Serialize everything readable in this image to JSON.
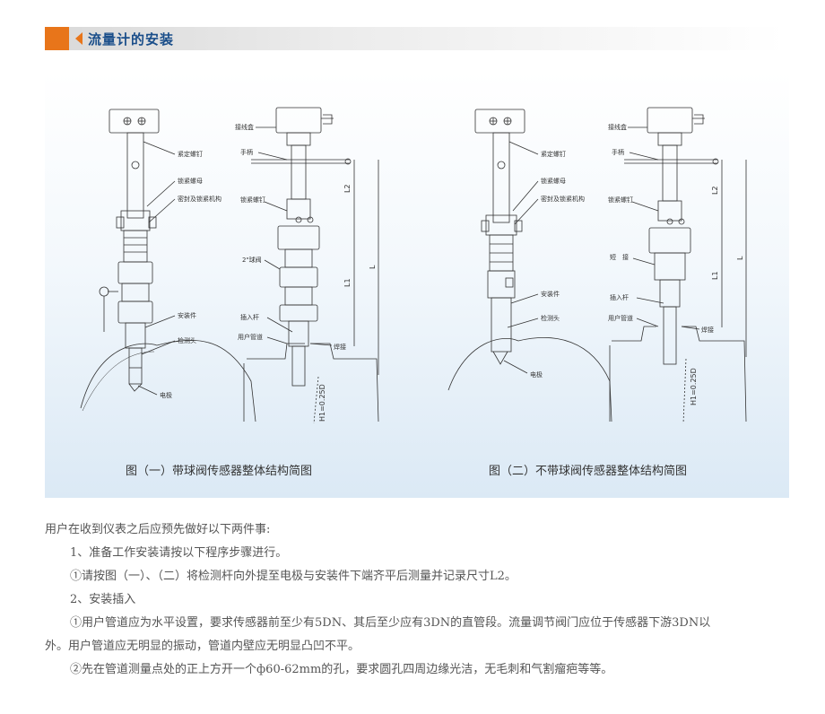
{
  "header": {
    "title": "流量计的安装"
  },
  "figures": {
    "fig1": {
      "caption": "图（一）带球阀传感器整体结构简图",
      "left_labels": {
        "tighten_screw": "紧定螺钉",
        "lock_nut": "锁紧螺母",
        "seal": "密封及锁紧机构",
        "mount": "安装件",
        "probe": "检测头",
        "electrode": "电极"
      },
      "right_labels": {
        "junction_box": "接线盒",
        "handle": "手柄",
        "lock_screw": "锁紧螺钉",
        "ball_valve": "2\"球阀",
        "insert_rod": "插入杆",
        "user_pipe": "用户管道",
        "weld": "焊接",
        "dim_l2": "L2",
        "dim_l1": "L1",
        "dim_l": "L",
        "dim_h": "H1=0.25D"
      }
    },
    "fig2": {
      "caption": "图（二）不带球阀传感器整体结构简图",
      "left_labels": {
        "tighten_screw": "紧定螺钉",
        "lock_nut": "锁紧螺母",
        "seal": "密封及锁紧机构",
        "mount": "安装件",
        "probe": "检测头",
        "electrode": "电极"
      },
      "right_labels": {
        "junction_box": "接线盒",
        "handle": "手柄",
        "lock_screw": "锁紧螺钉",
        "short_pipe": "短　接",
        "insert_rod": "插入杆",
        "user_pipe": "用户管道",
        "weld": "焊接",
        "dim_l2": "L2",
        "dim_l1": "L1",
        "dim_l": "L",
        "dim_h": "H1=0.25D"
      }
    }
  },
  "body": {
    "intro": "用户在收到仪表之后应预先做好以下两件事:",
    "step1_title": "1、准备工作安装请按以下程序步骤进行。",
    "step1_item1": "①请按图（一）、（二）将检测杆向外提至电极与安装件下端齐平后测量并记录尺寸L2。",
    "step2_title": "2、安装插入",
    "step2_item1_line1": "①用户管道应为水平设置，要求传感器前至少有5DN、其后至少应有3DN的直管段。流量调节阀门应位于传感器下游3DN以",
    "step2_item1_line2": "外。用户管道应无明显的振动，管道内壁应无明显凸凹不平。",
    "step2_item2": "②先在管道测量点处的正上方开一个ф60-62mm的孔，要求圆孔四周边缘光洁，无毛刺和气割瘤疤等等。"
  }
}
